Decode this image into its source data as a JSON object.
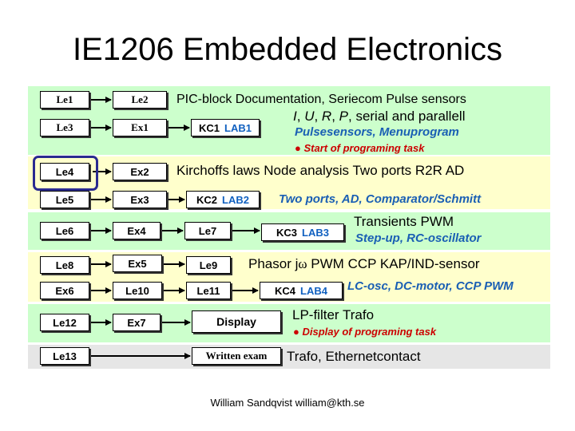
{
  "title": "IE1206 Embedded Electronics",
  "footer": "William Sandqvist  william@kth.se",
  "colors": {
    "green": "#ccffcc",
    "yellow": "#ffffcc",
    "gray": "#e6e6e6",
    "highlight": "#2a2a90",
    "blue_text": "#1a5fb4",
    "red_text": "#cc0000"
  },
  "nodes": {
    "le1": "Le1",
    "le2": "Le2",
    "le3": "Le3",
    "ex1": "Ex1",
    "kc1": "KC1",
    "lab1": "LAB1",
    "le4": "Le4",
    "ex2": "Ex2",
    "le5": "Le5",
    "ex3": "Ex3",
    "kc2": "KC2",
    "lab2": "LAB2",
    "le6": "Le6",
    "ex4": "Ex4",
    "le7": "Le7",
    "kc3": "KC3",
    "lab3": "LAB3",
    "le8": "Le8",
    "ex5": "Ex5",
    "le9": "Le9",
    "ex6": "Ex6",
    "le10": "Le10",
    "le11": "Le11",
    "kc4": "KC4",
    "lab4": "LAB4",
    "le12": "Le12",
    "ex7": "Ex7",
    "display": "Display",
    "le13": "Le13",
    "written_exam": "Written exam"
  },
  "texts": {
    "b1_line1": "PIC-block Documentation, Seriecom Pulse sensors",
    "b1_line2_i": "I",
    "b1_line2_u": "U",
    "b1_line2_r": "R",
    "b1_line2_p": "P",
    "b1_line2_rest": ", serial and parallell",
    "b1_line3": "Pulsesensors, Menuprogram",
    "b1_bullet": "Start of programing task",
    "b2_line1": "Kirchoffs laws Node analysis Two ports R2R AD",
    "b2_line2": "Two ports, AD, Comparator/Schmitt",
    "b3_line1": "Transients PWM",
    "b3_line2": "Step-up, RC-oscillator",
    "b4_line1_a": "Phasor  j",
    "b4_omega": "ω",
    "b4_line1_b": " PWM CCP KAP/IND-sensor",
    "b4_line2": "LC-osc, DC-motor, CCP PWM",
    "b5_line1": "LP-filter Trafo",
    "b5_bullet": "Display of programing task",
    "b6_line1": "Trafo, Ethernetcontact"
  }
}
